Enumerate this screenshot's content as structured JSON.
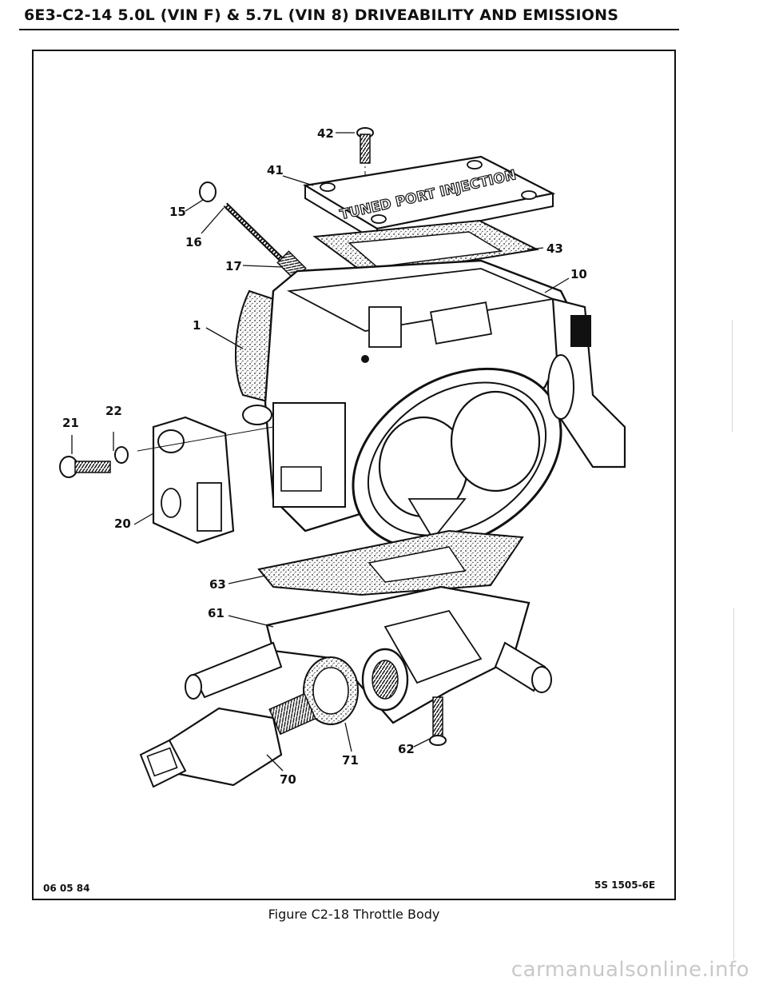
{
  "header": {
    "title": "6E3-C2-14 5.0L (VIN F) & 5.7L (VIN 8) DRIVEABILITY AND EMISSIONS"
  },
  "diagram": {
    "callouts": [
      "42",
      "41",
      "15",
      "16",
      "17",
      "43",
      "10",
      "1",
      "22",
      "21",
      "20",
      "63",
      "61",
      "62",
      "71",
      "70"
    ],
    "plate_lettering": "TUNED PORT INJECTION"
  },
  "footer": {
    "date_code": "06 05 84",
    "ref_code": "5S 1505-6E",
    "caption": "Figure C2-18 Throttle Body"
  },
  "watermark": "carmanualsonline.info"
}
